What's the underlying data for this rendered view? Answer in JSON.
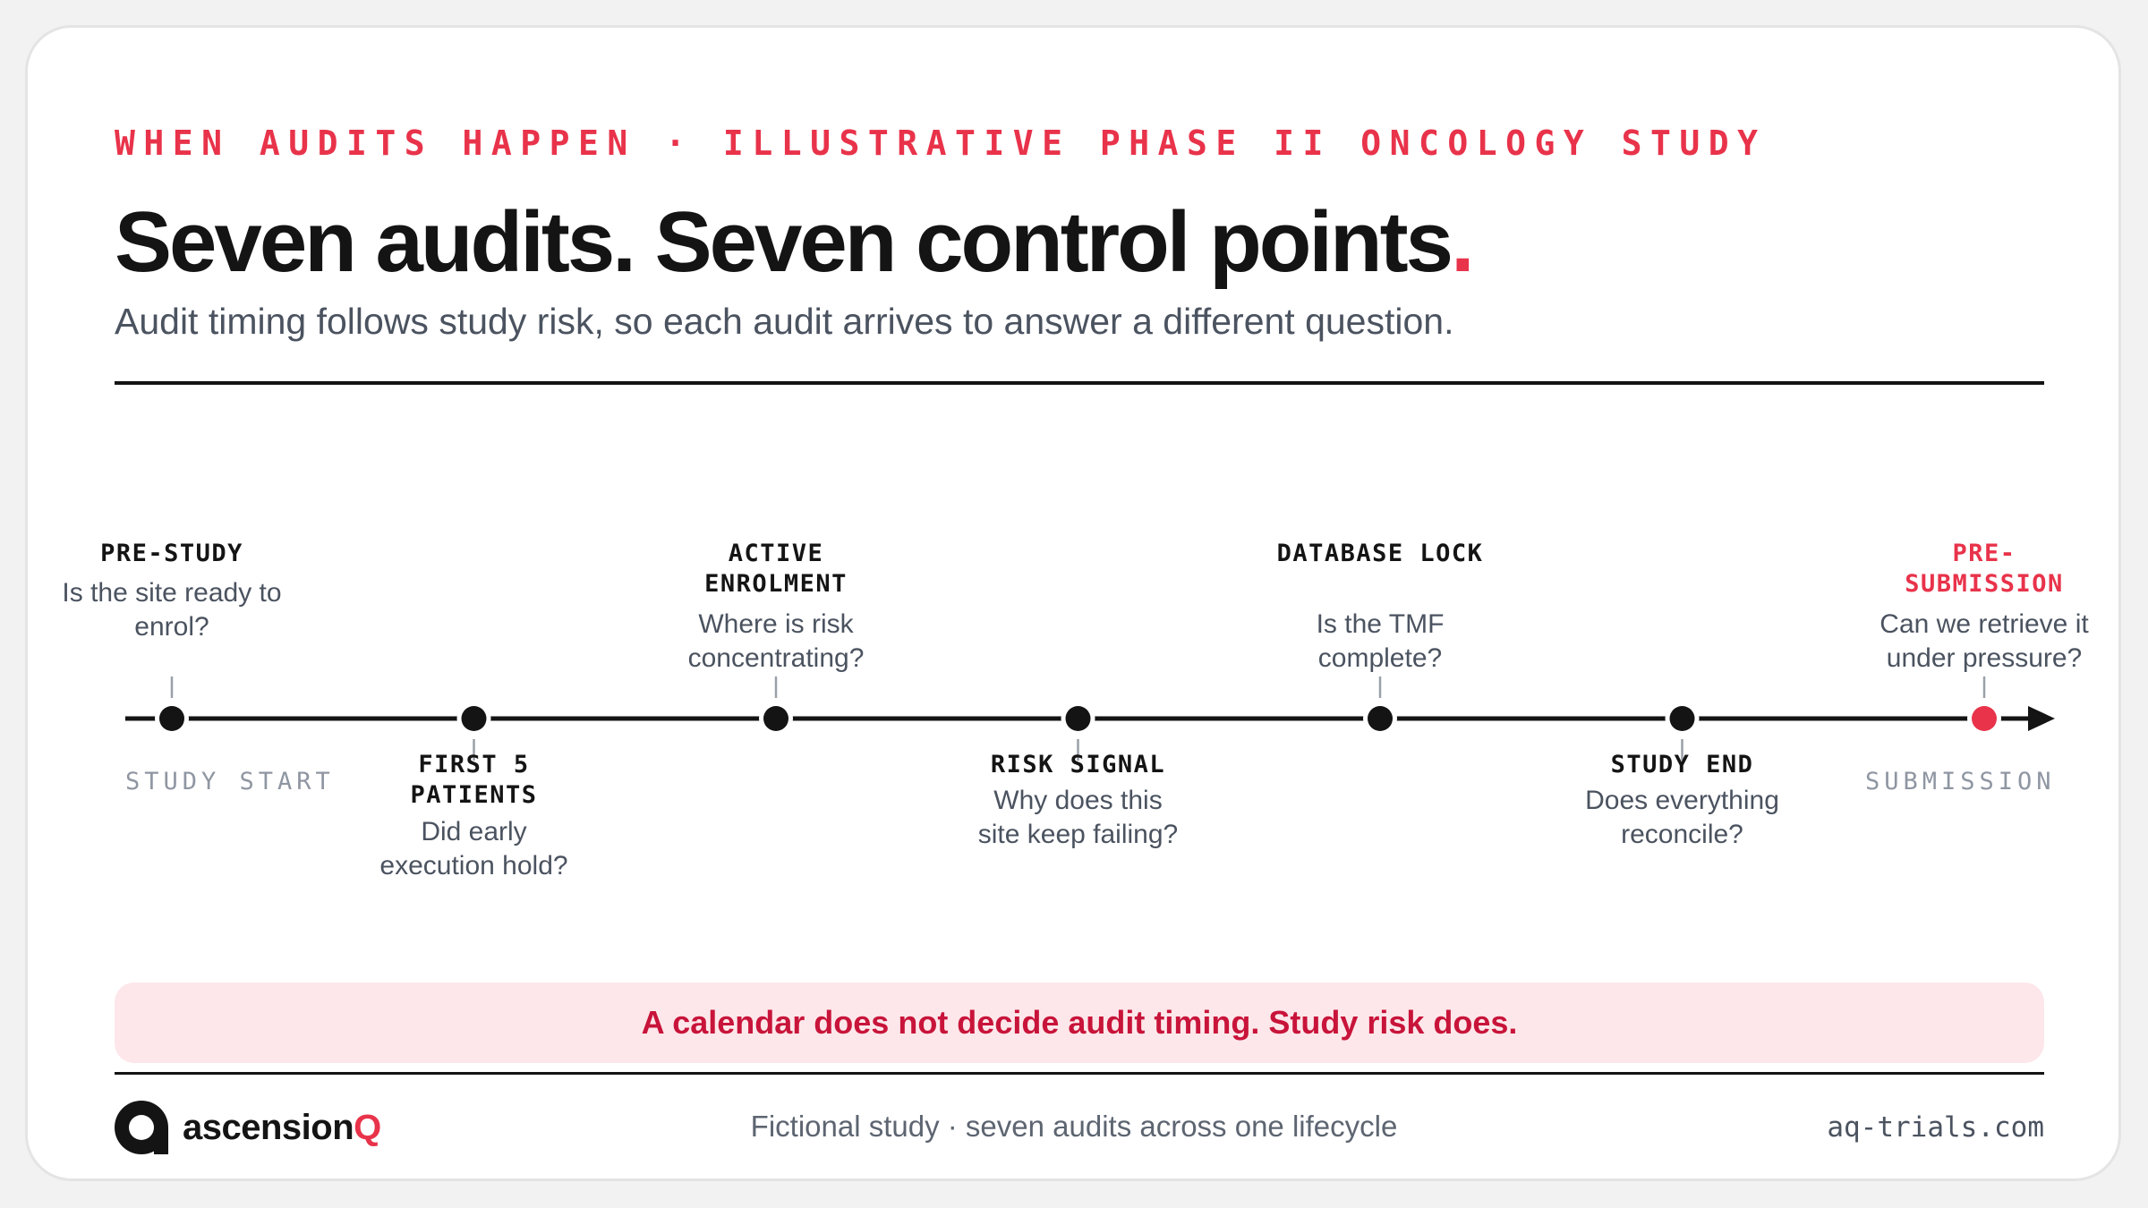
{
  "header": {
    "eyebrow": "WHEN AUDITS HAPPEN · ILLUSTRATIVE PHASE II ONCOLOGY STUDY",
    "title": "Seven audits. Seven control points",
    "title_dot": ".",
    "subtitle": "Audit timing follows study risk, so each audit arrives to answer a different question."
  },
  "timeline": {
    "start_label": "STUDY START",
    "end_label": "SUBMISSION",
    "milestones": [
      {
        "label": "PRE-STUDY",
        "question": "Is the site ready to enrol?",
        "side": "above",
        "accent": false
      },
      {
        "label": "FIRST 5 PATIENTS",
        "question": "Did early execution hold?",
        "side": "below",
        "accent": false
      },
      {
        "label": "ACTIVE ENROLMENT",
        "question": "Where is risk concentrating?",
        "side": "above",
        "accent": false
      },
      {
        "label": "RISK SIGNAL",
        "question": "Why does this site keep failing?",
        "side": "below",
        "accent": false
      },
      {
        "label": "DATABASE LOCK",
        "question": "Is the TMF complete?",
        "side": "above",
        "accent": false
      },
      {
        "label": "STUDY END",
        "question": "Does everything reconcile?",
        "side": "below",
        "accent": false
      },
      {
        "label": "PRE-SUBMISSION",
        "question": "Can we retrieve it under pressure?",
        "side": "above",
        "accent": true
      }
    ]
  },
  "callout": {
    "text": "A calendar does not decide audit timing. Study risk does."
  },
  "footer": {
    "brand_name": "ascension",
    "brand_q": "Q",
    "center_text": "Fictional study · seven audits across one lifecycle",
    "url": "aq-trials.com"
  },
  "colors": {
    "accent": "#e8334a",
    "ink": "#141414",
    "muted": "#4b5360",
    "callout_bg": "#fde7ea"
  }
}
